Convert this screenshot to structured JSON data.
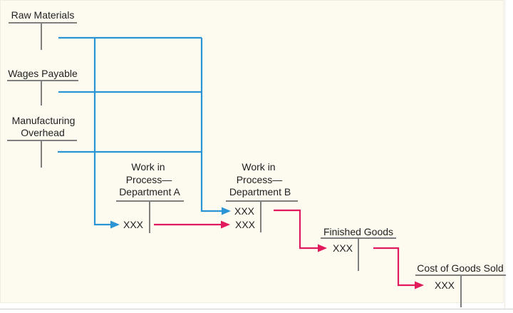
{
  "colors": {
    "flow_blue": "#2a94d4",
    "flow_pink": "#e11a5e",
    "line_gray": "#7f7f7f",
    "text": "#1f1f1f",
    "panel_bg": "#fdfaf0",
    "frame": "#d9d9d9"
  },
  "accounts": {
    "raw_materials": {
      "label": "Raw Materials"
    },
    "wages_payable": {
      "label": "Wages Payable"
    },
    "manufacturing_overhead": {
      "line1": "Manufacturing",
      "line2": "Overhead"
    },
    "wip_dept_a": {
      "line1": "Work in",
      "line2": "Process—",
      "line3": "Department A",
      "debit_entry": "XXX"
    },
    "wip_dept_b": {
      "line1": "Work in",
      "line2": "Process—",
      "line3": "Department B",
      "debit_entry_1": "XXX",
      "debit_entry_2": "XXX"
    },
    "finished_goods": {
      "label": "Finished Goods",
      "debit_entry": "XXX"
    },
    "cost_of_goods_sold": {
      "label": "Cost of Goods Sold",
      "debit_entry": "XXX"
    }
  }
}
